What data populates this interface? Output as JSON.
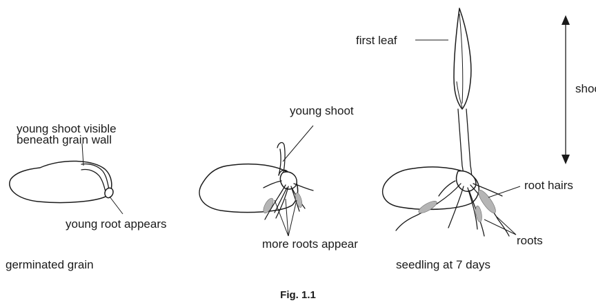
{
  "labels": {
    "young_shoot_visible_1": "young shoot visible",
    "young_shoot_visible_2": "beneath grain wall",
    "young_root_appears": "young root appears",
    "germinated_grain": "germinated grain",
    "young_shoot": "young shoot",
    "more_roots_appear": "more roots appear",
    "first_leaf": "first leaf",
    "shoot": "shoo",
    "root_hairs": "root hairs",
    "roots": "roots",
    "seedling_7_days": "seedling at 7 days"
  },
  "caption": "Fig. 1.1",
  "colors": {
    "ink": "#1a1a1a",
    "root_hair_shading": "#b5b5b5",
    "background": "#ffffff"
  }
}
